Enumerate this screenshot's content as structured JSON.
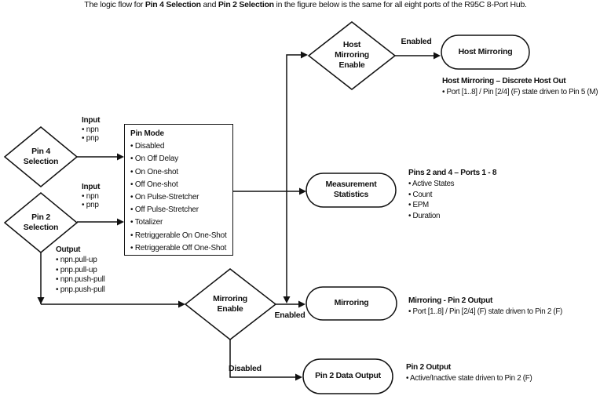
{
  "caption": {
    "part1": "The logic flow for ",
    "bold1": "Pin 4 Selection",
    "part2": " and ",
    "bold2": "Pin 2 Selection",
    "part3": " in the figure below is the same for all eight ports of the R95C 8-Port Hub."
  },
  "nodes": {
    "pin4_selection": [
      "Pin 4",
      "Selection"
    ],
    "pin2_selection": [
      "Pin 2",
      "Selection"
    ],
    "host_mirroring_enable": [
      "Host",
      "Mirroring",
      "Enable"
    ],
    "mirroring_enable": [
      "Mirroring",
      "Enable"
    ],
    "host_mirroring": "Host Mirroring",
    "measurement_statistics": [
      "Measurement",
      "Statistics"
    ],
    "mirroring": "Mirroring",
    "pin2_data_output": "Pin 2 Data Output",
    "pin_mode": {
      "title": "Pin Mode",
      "items": [
        "• Disabled",
        "• On Off Delay",
        "• On One-shot",
        "• Off One-shot",
        "• On Pulse-Stretcher",
        "• Off Pulse-Stretcher",
        "• Totalizer",
        "• Retriggerable On One-Shot",
        "• Retriggerable Off One-Shot"
      ]
    }
  },
  "side_labels": {
    "input_pin4": {
      "title": "Input",
      "items": [
        "• npn",
        "• pnp"
      ]
    },
    "input_pin2": {
      "title": "Input",
      "items": [
        "• npn",
        "• pnp"
      ]
    },
    "output_pin2": {
      "title": "Output",
      "items": [
        "• npn.pull-up",
        "• pnp.pull-up",
        "• npn.push-pull",
        "• pnp.push-pull"
      ]
    }
  },
  "edge_labels": {
    "host_mirroring_enabled": "Enabled",
    "mirroring_enabled": "Enabled",
    "mirroring_disabled": "Disabled"
  },
  "annotations": {
    "host_mirroring_out": {
      "title": "Host Mirroring – Discrete Host Out",
      "items": [
        "• Port [1..8] / Pin [2/4] (F) state driven to Pin 5 (M)"
      ]
    },
    "pins_2_and_4": {
      "title": "Pins 2 and 4 – Ports 1 - 8",
      "items": [
        "• Active States",
        "• Count",
        "• EPM",
        "• Duration"
      ]
    },
    "mirroring_out": {
      "title": "Mirroring - Pin 2 Output",
      "items": [
        "• Port [1..8] / Pin [2/4] (F) state driven to Pin 2 (F)"
      ]
    },
    "pin2_out": {
      "title": "Pin 2 Output",
      "items": [
        "• Active/Inactive state driven to Pin 2 (F)"
      ]
    }
  },
  "colors": {
    "line": "#111111",
    "text": "#111111",
    "background": "#ffffff"
  }
}
